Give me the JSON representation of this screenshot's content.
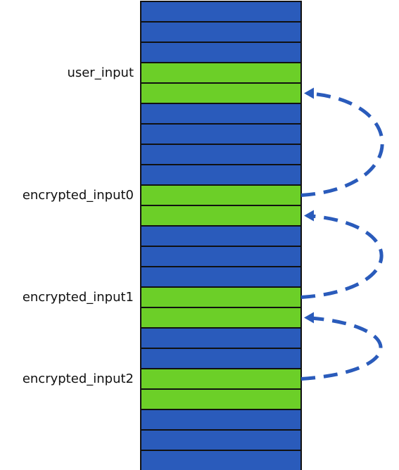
{
  "memory": {
    "cells": [
      "blue",
      "blue",
      "blue",
      "green",
      "green",
      "blue",
      "blue",
      "blue",
      "blue",
      "green",
      "green",
      "blue",
      "blue",
      "blue",
      "green",
      "green",
      "blue",
      "blue",
      "green",
      "green",
      "blue",
      "blue",
      "blue"
    ],
    "colors": {
      "blue": "#2a5bbb",
      "green": "#6ccf28",
      "border": "#111111",
      "arrow": "#2a5bbb"
    }
  },
  "labels": [
    {
      "text": "user_input",
      "cell": 3
    },
    {
      "text": "encrypted_input0",
      "cell": 9
    },
    {
      "text": "encrypted_input1",
      "cell": 14
    },
    {
      "text": "encrypted_input2",
      "cell": 18
    }
  ],
  "arrows": [
    {
      "from_cell": 9,
      "to_cell": 4
    },
    {
      "from_cell": 14,
      "to_cell": 10
    },
    {
      "from_cell": 18,
      "to_cell": 15
    }
  ]
}
